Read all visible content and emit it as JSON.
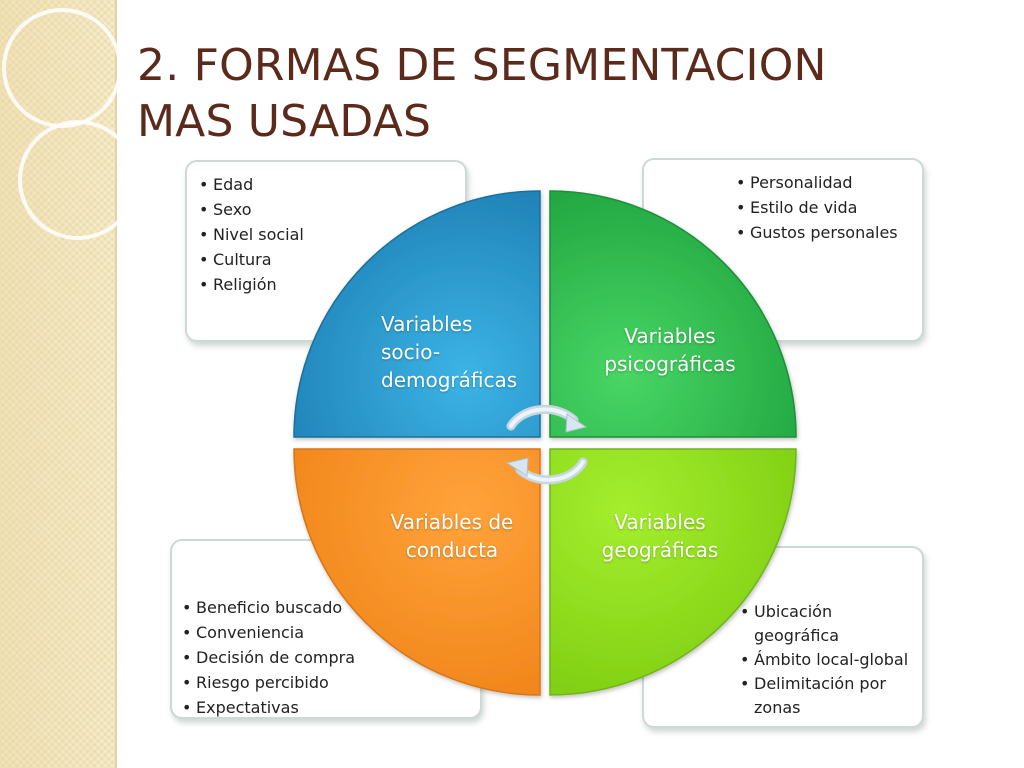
{
  "title": {
    "line1": "2.  FORMAS DE SEGMENTACION",
    "line2": "MAS USADAS"
  },
  "colors": {
    "title": "#5b2a1a",
    "socio": "#2a9bd1",
    "psico": "#33c14f",
    "conducta": "#f7901f",
    "geo": "#8fde1f"
  },
  "quadrants": {
    "socio": {
      "lines": [
        "Variables",
        "socio-",
        "demográficas"
      ]
    },
    "psico": {
      "lines": [
        "Variables",
        "psicográficas"
      ]
    },
    "conducta": {
      "lines": [
        "Variables de",
        "conducta"
      ]
    },
    "geo": {
      "lines": [
        "Variables",
        "geográficas"
      ]
    }
  },
  "boxes": {
    "socio": [
      "Edad",
      "Sexo",
      "Nivel social",
      "Cultura",
      "Religión"
    ],
    "psico": [
      "Personalidad",
      "Estilo de vida",
      "Gustos personales"
    ],
    "conducta": [
      "Beneficio buscado",
      "Conveniencia",
      "Decisión de compra",
      "Riesgo percibido",
      "Expectativas"
    ],
    "geo": [
      "Ubicación geográfica",
      "Ámbito local-global",
      "Delimitación por zonas"
    ]
  },
  "icons": {
    "cycle": "circular-arrows-icon"
  }
}
